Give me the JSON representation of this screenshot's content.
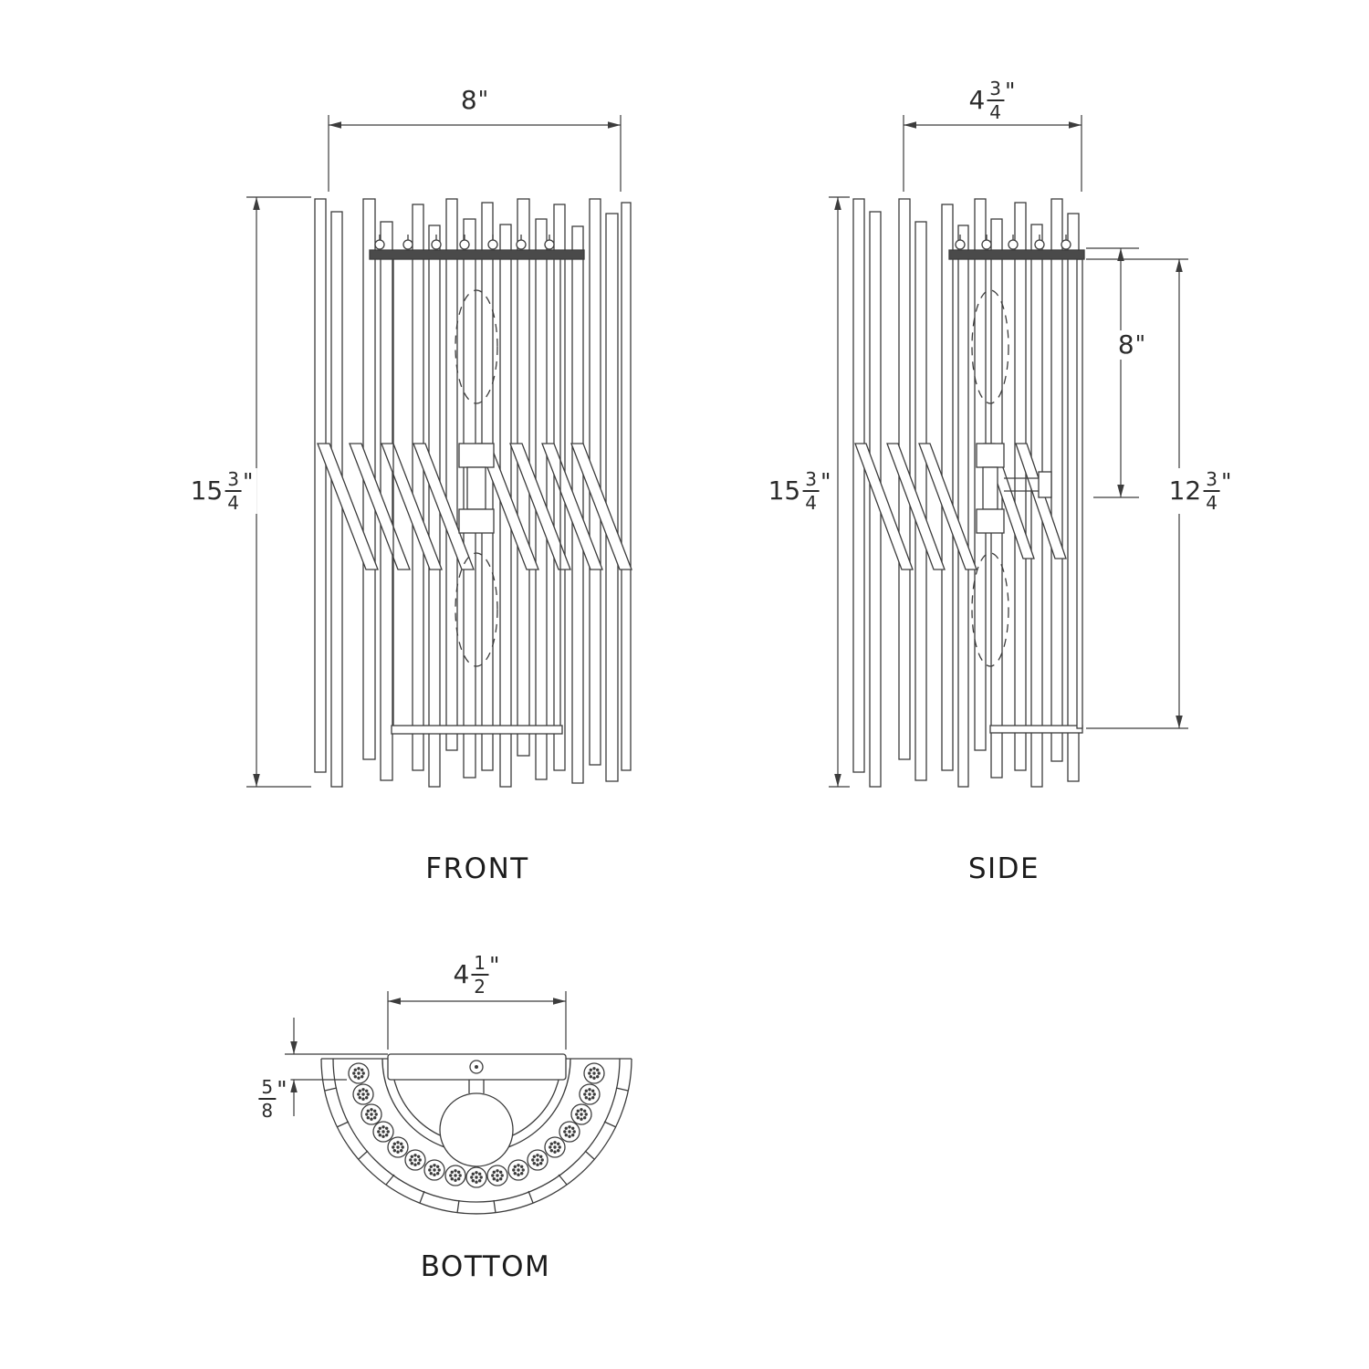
{
  "page": {
    "background": "#ffffff",
    "line_color": "#3c3c3c",
    "text_color": "#2b2b2b"
  },
  "views": {
    "front": {
      "label": "FRONT",
      "dims": {
        "width": {
          "whole": "8",
          "unit": "\""
        },
        "height": {
          "whole": "15",
          "num": "3",
          "den": "4",
          "unit": "\""
        }
      }
    },
    "side": {
      "label": "SIDE",
      "dims": {
        "width": {
          "whole": "4",
          "num": "3",
          "den": "4",
          "unit": "\""
        },
        "height": {
          "whole": "15",
          "num": "3",
          "den": "4",
          "unit": "\""
        },
        "lamp_offset": {
          "whole": "8",
          "unit": "\""
        },
        "backplate_height": {
          "whole": "12",
          "num": "3",
          "den": "4",
          "unit": "\""
        }
      }
    },
    "bottom": {
      "label": "BOTTOM",
      "dims": {
        "width": {
          "whole": "4",
          "num": "1",
          "den": "2",
          "unit": "\""
        },
        "plate_depth": {
          "num": "5",
          "den": "8",
          "unit": "\""
        }
      }
    }
  }
}
